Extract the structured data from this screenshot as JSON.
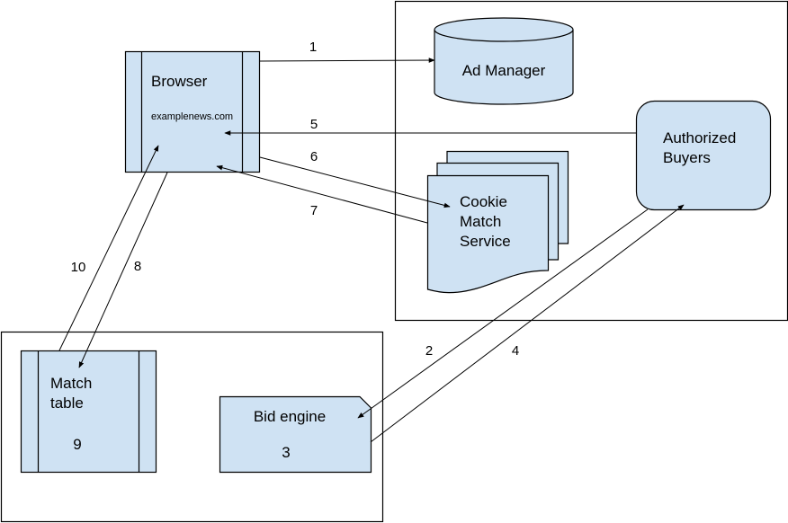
{
  "colors": {
    "node_fill": "#cfe2f3",
    "stroke": "#000000",
    "background": "#ffffff"
  },
  "nodes": {
    "browser": {
      "title": "Browser",
      "subtitle": "examplenews.com"
    },
    "ad_manager": {
      "title": "Ad Manager"
    },
    "authorized_buyers": {
      "line1": "Authorized",
      "line2": "Buyers"
    },
    "cookie_match": {
      "line1": "Cookie",
      "line2": "Match",
      "line3": "Service"
    },
    "match_table": {
      "line1": "Match",
      "line2": "table",
      "step": "9"
    },
    "bid_engine": {
      "title": "Bid engine",
      "step": "3"
    }
  },
  "edges": [
    {
      "id": "e1",
      "label": "1",
      "from": "Browser",
      "to": "Ad Manager"
    },
    {
      "id": "e2",
      "label": "2",
      "from": "Authorized Buyers",
      "to": "Bid engine"
    },
    {
      "id": "e4",
      "label": "4",
      "from": "Bid engine",
      "to": "Authorized Buyers"
    },
    {
      "id": "e5",
      "label": "5",
      "from": "Authorized Buyers",
      "to": "Browser"
    },
    {
      "id": "e6",
      "label": "6",
      "from": "Browser",
      "to": "Cookie Match Service"
    },
    {
      "id": "e7",
      "label": "7",
      "from": "Cookie Match Service",
      "to": "Browser"
    },
    {
      "id": "e8",
      "label": "8",
      "from": "Browser",
      "to": "Match table"
    },
    {
      "id": "e10",
      "label": "10",
      "from": "Match table",
      "to": "Browser"
    }
  ]
}
